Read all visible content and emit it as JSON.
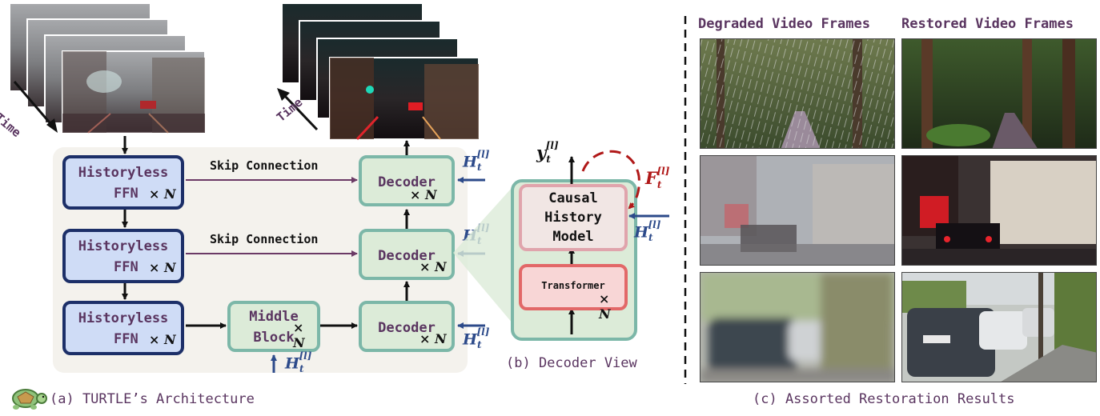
{
  "panel_a": {
    "caption": "(a) TURTLE’s Architecture",
    "time_label_left": "Time",
    "time_label_right": "Time",
    "encoders": [
      {
        "line1": "Historyless",
        "line2": "FFN",
        "mult": "× N"
      },
      {
        "line1": "Historyless",
        "line2": "FFN",
        "mult": "× N"
      },
      {
        "line1": "Historyless",
        "line2": "FFN",
        "mult": "× N"
      }
    ],
    "skip_connections": [
      "Skip Connection",
      "Skip Connection"
    ],
    "middle_block": {
      "line1": "Middle",
      "line2": "Block",
      "mult": "× N"
    },
    "decoders": [
      {
        "label": "Decoder",
        "mult": "× N"
      },
      {
        "label": "Decoder",
        "mult": "× N"
      },
      {
        "label": "Decoder",
        "mult": "× N"
      }
    ],
    "history_symbol": {
      "base": "H",
      "sub": "t",
      "sup": "[l]"
    }
  },
  "panel_b": {
    "caption": "(b) Decoder View",
    "output_symbol": {
      "base": "y",
      "sub": "t",
      "sup": "[l]"
    },
    "feature_symbol": {
      "base": "F",
      "sub": "t",
      "sup": "[l]"
    },
    "history_symbol": {
      "base": "H",
      "sub": "t",
      "sup": "[l]"
    },
    "causal_history_model": {
      "line1": "Causal",
      "line2": "History",
      "line3": "Model"
    },
    "transformer": {
      "label": "Transformer",
      "mult": "× N"
    }
  },
  "panel_c": {
    "caption": "(c) Assorted Restoration Results",
    "degraded_title": "Degraded Video Frames",
    "restored_title": "Restored Video Frames"
  },
  "colors": {
    "encoder_fill": "#cfdcf6",
    "encoder_border": "#1c2f68",
    "decoder_fill": "#dcebd8",
    "decoder_border": "#7cb7a8",
    "text_purple": "#5a3560",
    "arrow_blue": "#2c4a8a",
    "arrow_purple": "#6b3a66",
    "loop_red": "#b01818"
  }
}
